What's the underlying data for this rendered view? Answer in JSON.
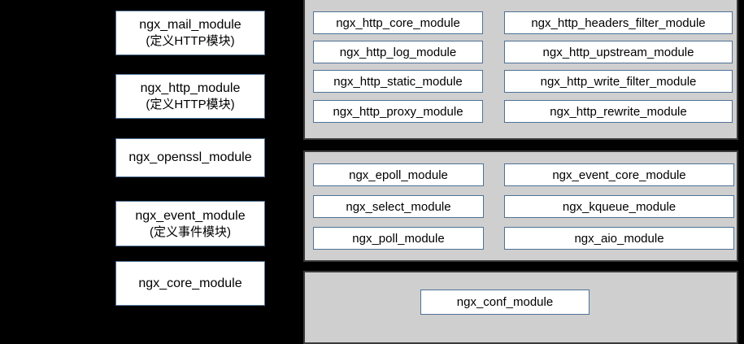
{
  "colors": {
    "background": "#000000",
    "panel_background": "#cfcfcf",
    "panel_border": "#3a3a3a",
    "box_background": "#ffffff",
    "box_border": "#4e7296",
    "text": "#000000"
  },
  "left_modules": [
    {
      "name": "ngx_mail_module",
      "subtitle": "(定义HTTP模块)"
    },
    {
      "name": "ngx_http_module",
      "subtitle": "(定义HTTP模块)"
    },
    {
      "name": "ngx_openssl_module",
      "subtitle": ""
    },
    {
      "name": "ngx_event_module",
      "subtitle": "(定义事件模块)"
    },
    {
      "name": "ngx_core_module",
      "subtitle": ""
    }
  ],
  "http_panel": {
    "left_column": [
      "ngx_http_core_module",
      "ngx_http_log_module",
      "ngx_http_static_module",
      "ngx_http_proxy_module"
    ],
    "right_column": [
      "ngx_http_headers_filter_module",
      "ngx_http_upstream_module",
      "ngx_http_write_filter_module",
      "ngx_http_rewrite_module"
    ]
  },
  "event_panel": {
    "left_column": [
      "ngx_epoll_module",
      "ngx_select_module",
      "ngx_poll_module"
    ],
    "right_column": [
      "ngx_event_core_module",
      "ngx_kqueue_module",
      "ngx_aio_module"
    ]
  },
  "conf_panel": {
    "module": "ngx_conf_module"
  }
}
